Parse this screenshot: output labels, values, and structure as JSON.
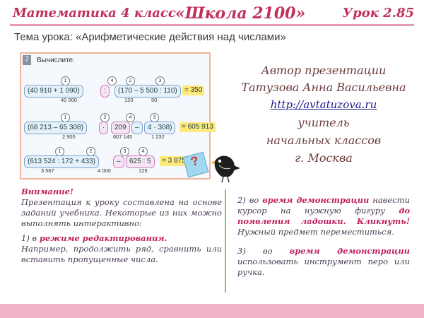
{
  "header": {
    "left": "Математика  4 класс",
    "center": "«Школа 2100»",
    "right": "Урок 2.85"
  },
  "topic": "Тема урока: «Арифметические действия над числами»",
  "exercise": {
    "number": "7",
    "title": "Вычислите.",
    "rows": [
      {
        "steps": [
          "1",
          "4",
          "2",
          "3"
        ],
        "left_expr": "(40 910  +  1 090)",
        "op": ":",
        "right_expr": "(170  –  5 500  :  110)",
        "answer": "= 350",
        "subs": [
          "42 000",
          "120",
          "50"
        ]
      },
      {
        "steps": [
          "1",
          "2",
          "4",
          "3"
        ],
        "left_expr": "(68 213  –  65 308)",
        "op": "·",
        "right_expr": "209",
        "op2": "–",
        "right_expr2": "4  ·  308)",
        "answer": "= 605 913",
        "subs": [
          "2 905",
          "607 145",
          "1 232"
        ]
      },
      {
        "steps": [
          "1",
          "2",
          "3",
          "4"
        ],
        "left_expr": "(613 524  :  172  +  433)",
        "op": "–",
        "right_expr": "625  :  5",
        "answer": "= 3 875",
        "subs": [
          "3 567",
          "4 000",
          "125"
        ]
      }
    ],
    "question_mark": "?"
  },
  "author": {
    "line1": "Автор презентации",
    "line2": "Татузова Анна Васильевна",
    "link": "http://avtatuzova.ru",
    "line3": "учитель",
    "line4": "начальных классов",
    "line5": "г. Москва"
  },
  "left_notes": {
    "warn": "Внимание!",
    "p1": "Презентация к уроку составлена на основе заданий учебника. Некоторые из них можно выполнять интерактивно:",
    "p2_prefix": "1) в ",
    "p2_accent": "режиме редактирования.",
    "p3": "Например, продолжить ряд, сравнить или вставить пропущенные числа."
  },
  "right_notes": {
    "n2_prefix": "2) во ",
    "n2_accent1": "время демонстрации",
    "n2_mid": " навести курсор на нужную фигуру ",
    "n2_accent2": "до появления ладошки. Кликнуть!",
    "n2_tail": " Нужный предмет переместиться.",
    "n3_prefix": "3) во ",
    "n3_accent": "время демонстрации",
    "n3_tail": " использовать инструмент перо или ручка."
  },
  "colors": {
    "accent": "#c0305a",
    "pink_bar": "#f0b3c8",
    "green_line": "#8ac46d",
    "answer_yellow": "#ffe97a"
  }
}
